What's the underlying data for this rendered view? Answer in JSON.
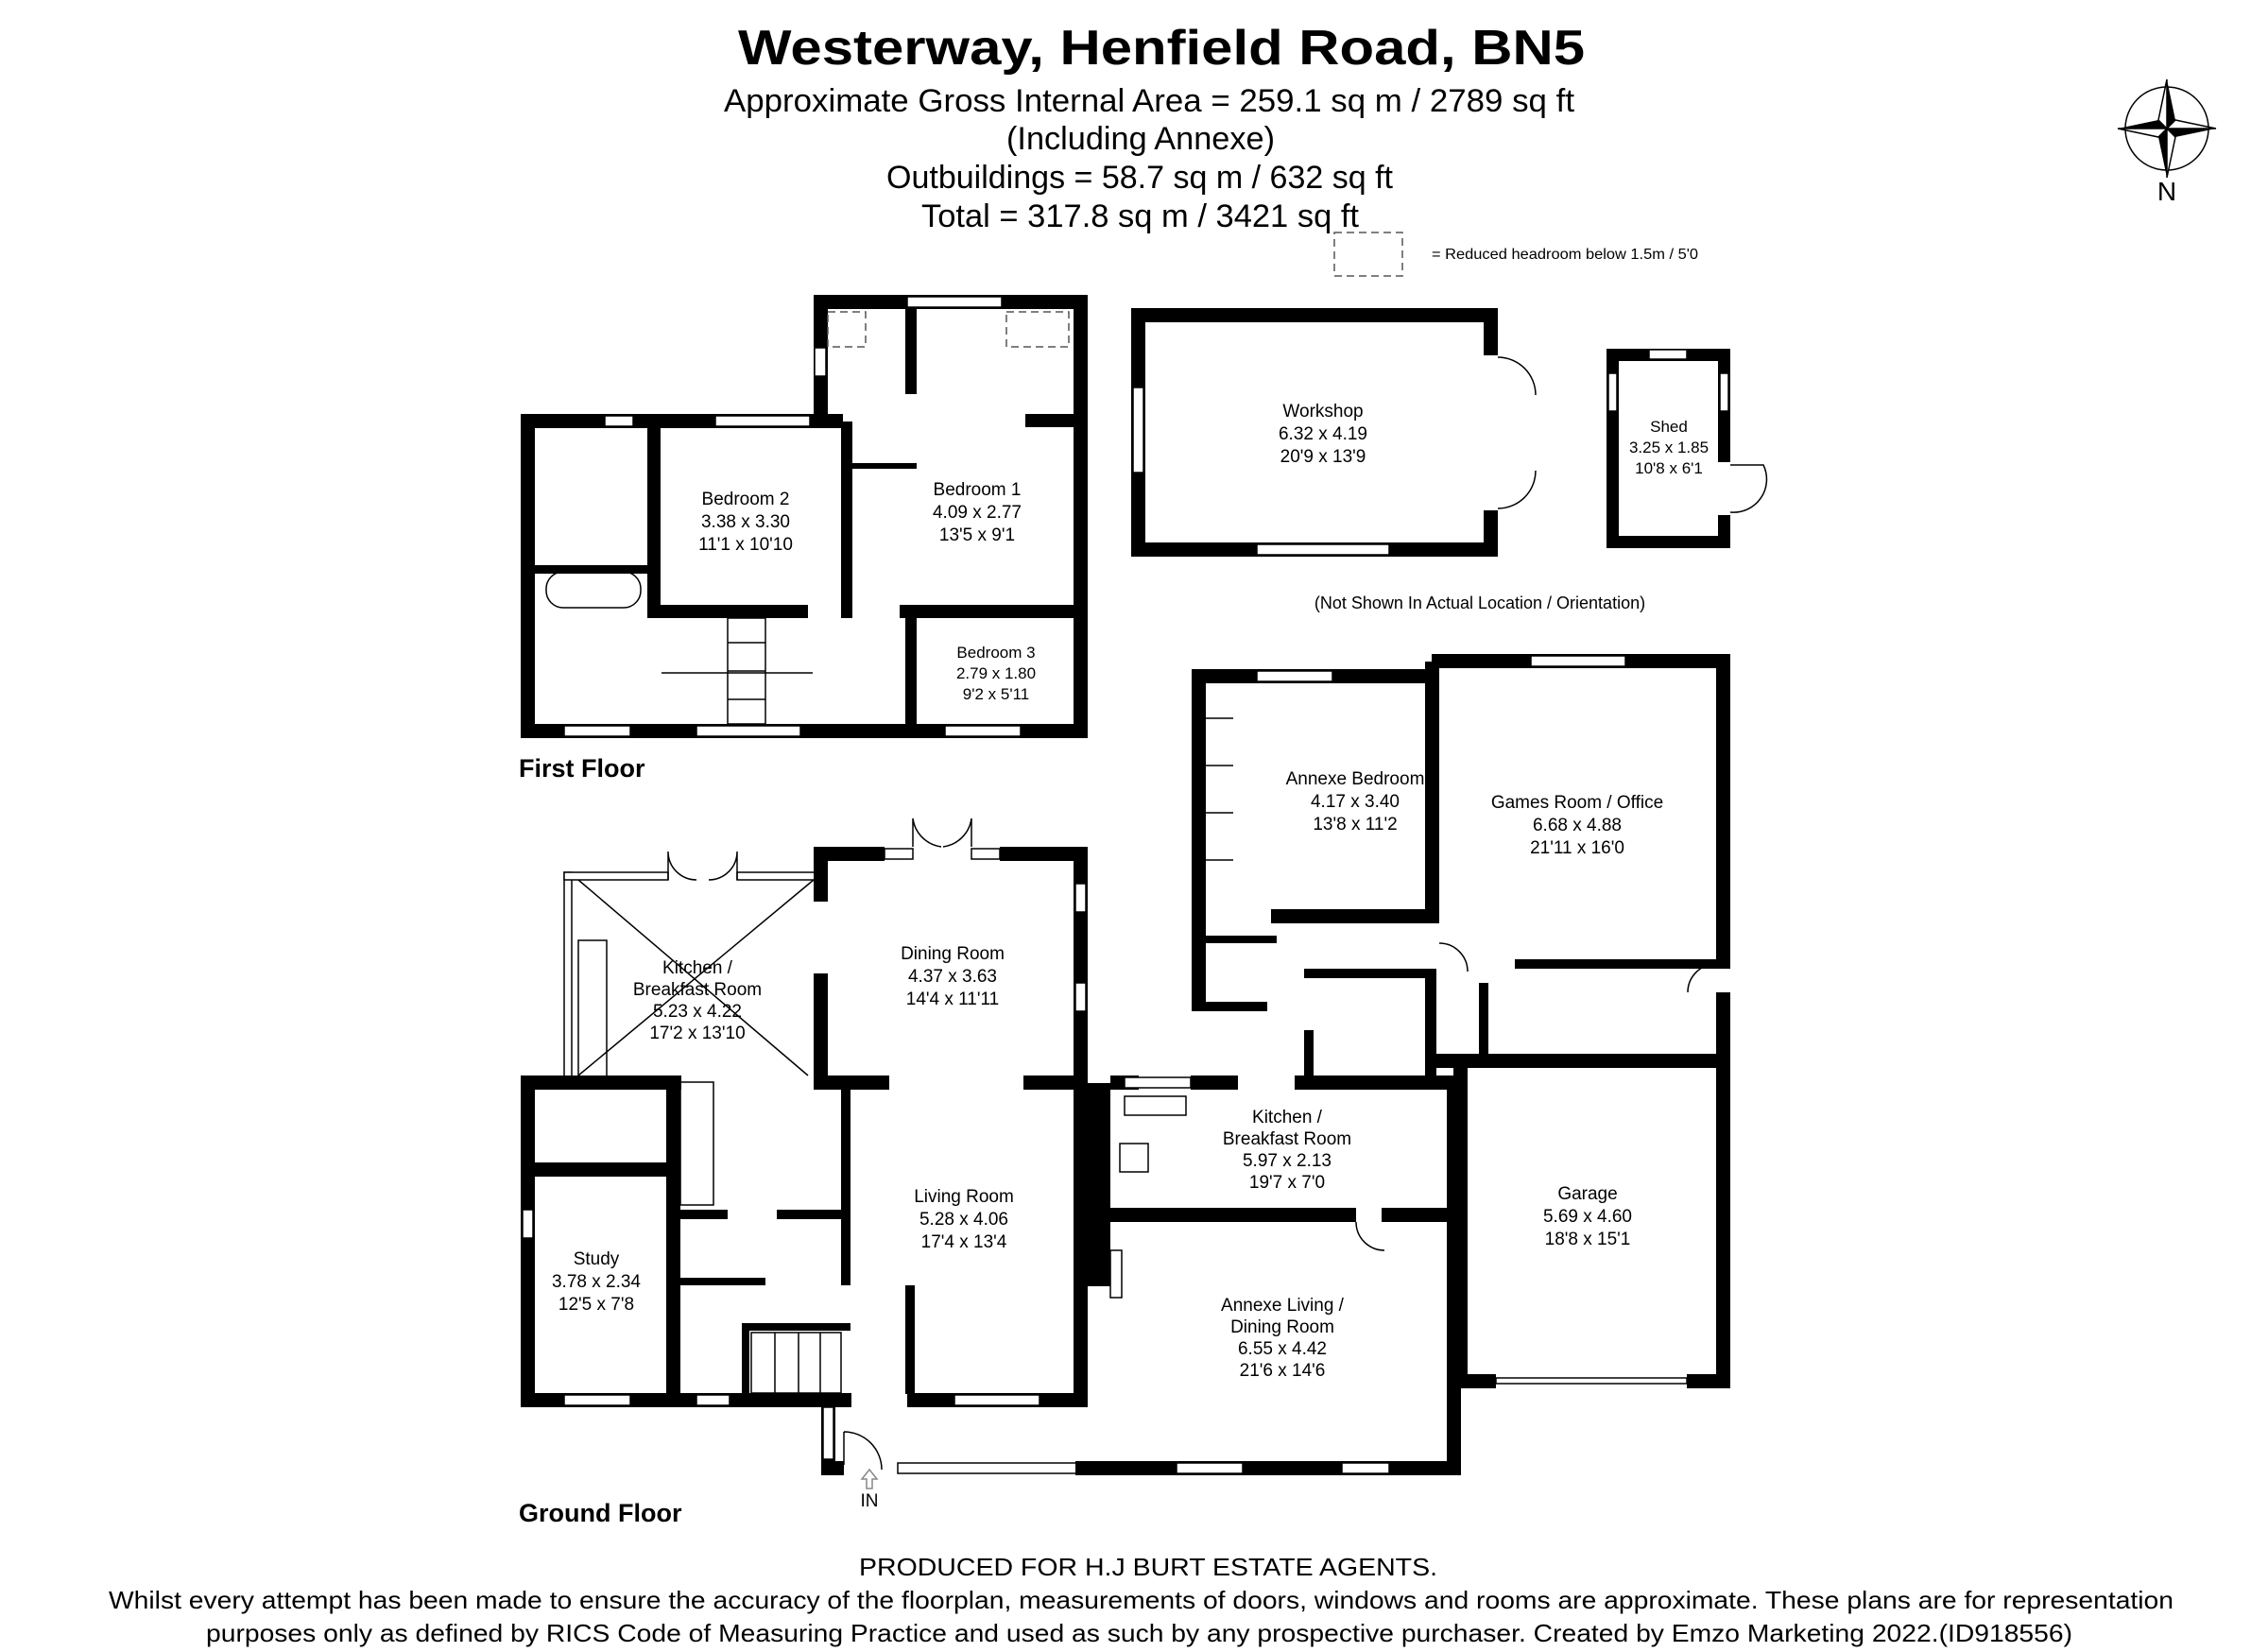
{
  "header": {
    "title": "Westerway, Henfield Road, BN5",
    "area_lines": [
      "Approximate Gross Internal Area = 259.1 sq m / 2789 sq ft",
      "(Including Annexe)",
      "Outbuildings = 58.7 sq m / 632 sq ft",
      "Total = 317.8 sq m / 3421 sq ft"
    ]
  },
  "legend": {
    "reduced_headroom": "= Reduced headroom below 1.5m / 5'0"
  },
  "compass": {
    "label": "N",
    "icon": "compass-rose-icon"
  },
  "floors": {
    "first": "First Floor",
    "ground": "Ground Floor"
  },
  "entrance": "IN",
  "outbuildings_note": "(Not Shown In Actual Location / Orientation)",
  "rooms": {
    "bedroom2": {
      "name": [
        "Bedroom 2"
      ],
      "metric": "3.38 x 3.30",
      "imperial": "11'1 x 10'10"
    },
    "bedroom1": {
      "name": [
        "Bedroom 1"
      ],
      "metric": "4.09 x 2.77",
      "imperial": "13'5 x 9'1"
    },
    "bedroom3": {
      "name": [
        "Bedroom 3"
      ],
      "metric": "2.79 x 1.80",
      "imperial": "9'2 x 5'11"
    },
    "workshop": {
      "name": [
        "Workshop"
      ],
      "metric": "6.32 x 4.19",
      "imperial": "20'9 x 13'9"
    },
    "shed": {
      "name": [
        "Shed"
      ],
      "metric": "3.25 x 1.85",
      "imperial": "10'8 x 6'1"
    },
    "kitchen": {
      "name": [
        "Kitchen /",
        "Breakfast Room"
      ],
      "metric": "5.23 x 4.22",
      "imperial": "17'2 x 13'10"
    },
    "dining": {
      "name": [
        "Dining Room"
      ],
      "metric": "4.37 x 3.63",
      "imperial": "14'4 x 11'11"
    },
    "living": {
      "name": [
        "Living Room"
      ],
      "metric": "5.28 x 4.06",
      "imperial": "17'4 x 13'4"
    },
    "study": {
      "name": [
        "Study"
      ],
      "metric": "3.78 x 2.34",
      "imperial": "12'5 x 7'8"
    },
    "annexe_bedroom": {
      "name": [
        "Annexe Bedroom"
      ],
      "metric": "4.17 x 3.40",
      "imperial": "13'8 x 11'2"
    },
    "games_room": {
      "name": [
        "Games Room / Office"
      ],
      "metric": "6.68 x 4.88",
      "imperial": "21'11 x 16'0"
    },
    "annexe_kitchen": {
      "name": [
        "Kitchen /",
        "Breakfast Room"
      ],
      "metric": "5.97 x 2.13",
      "imperial": "19'7 x 7'0"
    },
    "garage": {
      "name": [
        "Garage"
      ],
      "metric": "5.69 x 4.60",
      "imperial": "18'8 x 15'1"
    },
    "annexe_living": {
      "name": [
        "Annexe Living /",
        "Dining Room"
      ],
      "metric": "6.55 x 4.42",
      "imperial": "21'6 x 14'6"
    }
  },
  "footer": {
    "produced": "PRODUCED FOR H.J BURT ESTATE AGENTS.",
    "disclaimer_1": "Whilst every attempt has been made to ensure the accuracy of the floorplan, measurements of doors, windows and rooms are approximate. These plans are for representation",
    "disclaimer_2": "purposes only as defined by RICS Code of Measuring Practice and used as such by any prospective purchaser. Created by Emzo Marketing 2022.(ID918556)"
  }
}
